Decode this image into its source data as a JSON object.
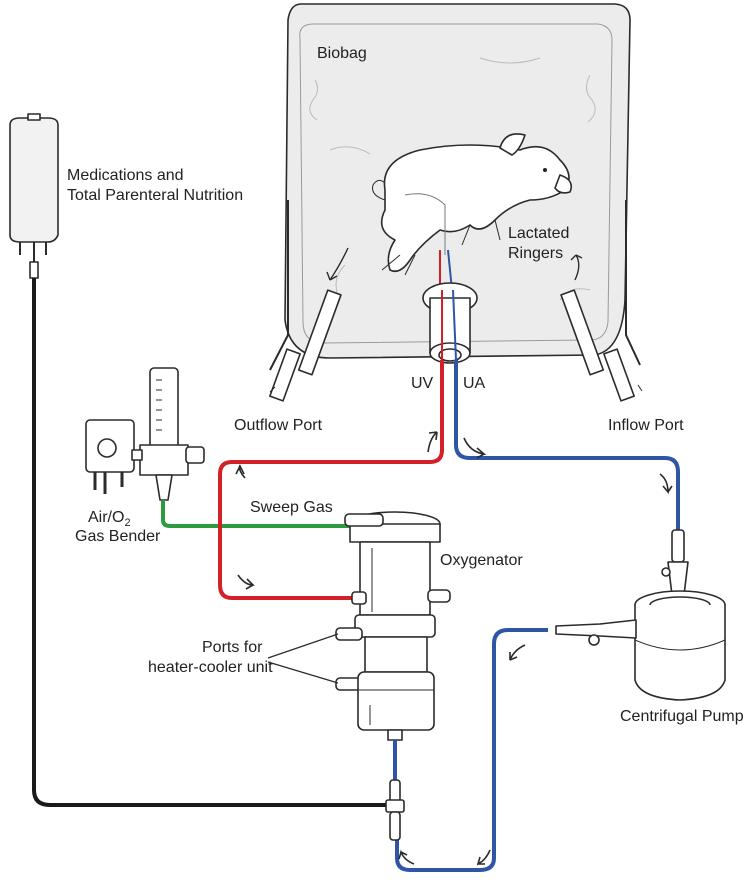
{
  "labels": {
    "biobag": "Biobag",
    "medications_line1": "Medications and",
    "medications_line2": "Total Parenteral Nutrition",
    "lactated_line1": "Lactated",
    "lactated_line2": "Ringers",
    "uv": "UV",
    "ua": "UA",
    "outflow_port": "Outflow Port",
    "inflow_port": "Inflow Port",
    "sweep_gas": "Sweep Gas",
    "air_o2_air": "Air/O",
    "air_o2_sub": "2",
    "gas_bender": "Gas Bender",
    "oxygenator": "Oxygenator",
    "ports_line1": "Ports for",
    "ports_line2": "heater-cooler unit",
    "centrifugal_pump": "Centrifugal Pump"
  },
  "colors": {
    "arterial_red": "#d31f26",
    "venous_blue": "#2f55a6",
    "gas_green": "#2c9a3f",
    "tpn_black": "#1a1a1a",
    "bag_fill": "#ececec",
    "outline": "#2b2b2b"
  }
}
